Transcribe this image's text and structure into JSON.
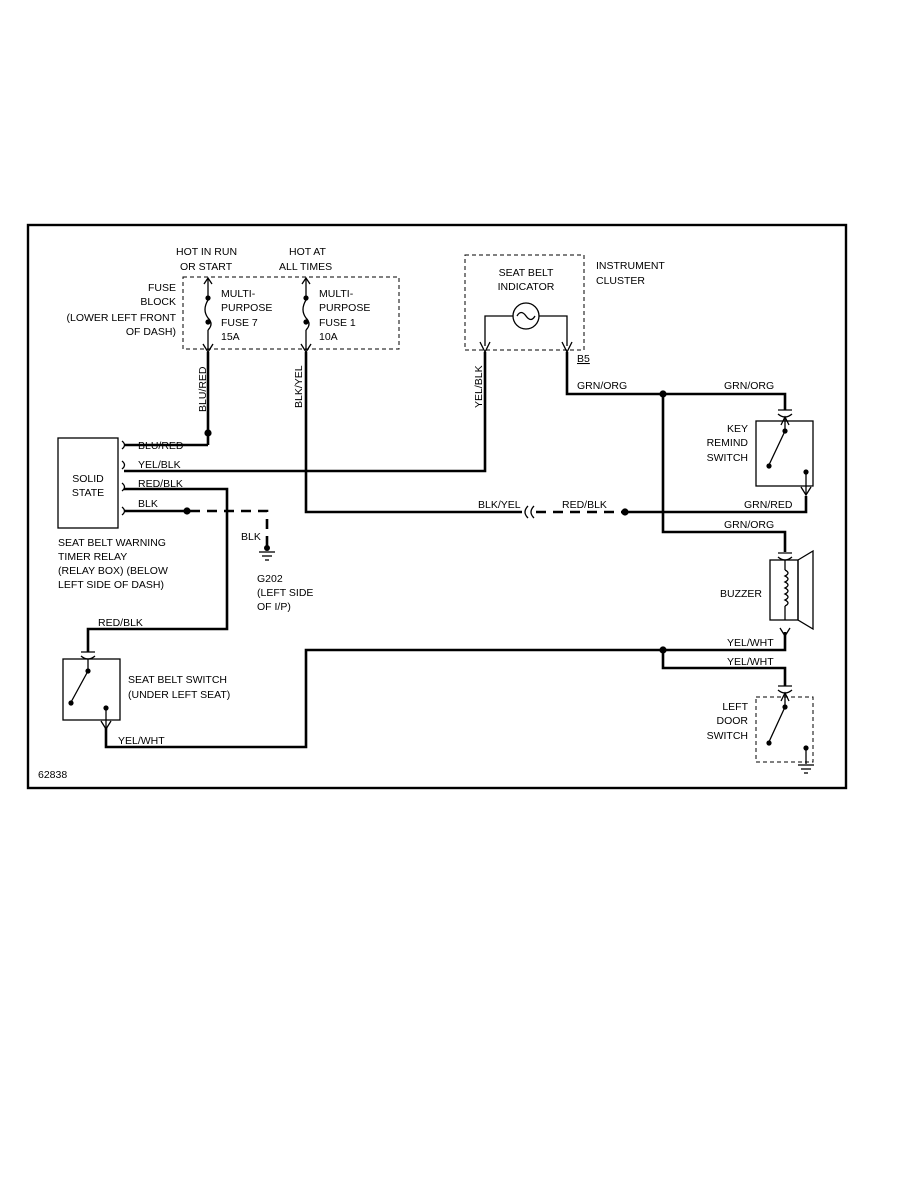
{
  "diagram_id": "62838",
  "power": {
    "hot_run": [
      "HOT IN RUN",
      "OR START"
    ],
    "hot_all": [
      "HOT AT",
      "ALL TIMES"
    ]
  },
  "fuse_block": {
    "label": [
      "FUSE",
      "BLOCK",
      "(LOWER LEFT FRONT",
      "OF DASH)"
    ],
    "fuse7": [
      "MULTI-",
      "PURPOSE",
      "FUSE 7",
      "15A"
    ],
    "fuse1": [
      "MULTI-",
      "PURPOSE",
      "FUSE 1",
      "10A"
    ]
  },
  "instrument_cluster": {
    "label": [
      "INSTRUMENT",
      "CLUSTER"
    ],
    "indicator": [
      "SEAT BELT",
      "INDICATOR"
    ],
    "connector": "B5"
  },
  "relay": {
    "inside": [
      "SOLID",
      "STATE"
    ],
    "label": [
      "SEAT BELT WARNING",
      "TIMER RELAY",
      "(RELAY BOX) (BELOW",
      "LEFT SIDE OF DASH)"
    ]
  },
  "ground": {
    "id": "G202",
    "label": [
      "(LEFT SIDE",
      "OF I/P)"
    ]
  },
  "key_switch": [
    "KEY",
    "REMIND",
    "SWITCH"
  ],
  "buzzer": "BUZZER",
  "seat_switch": [
    "SEAT BELT SWITCH",
    "(UNDER LEFT SEAT)"
  ],
  "door_switch": [
    "LEFT",
    "DOOR",
    "SWITCH"
  ],
  "wires": {
    "blu_red": "BLU/RED",
    "blk_yel": "BLK/YEL",
    "yel_blk": "YEL/BLK",
    "red_blk": "RED/BLK",
    "blk": "BLK",
    "grn_org": "GRN/ORG",
    "grn_red": "GRN/RED",
    "yel_wht": "YEL/WHT"
  }
}
